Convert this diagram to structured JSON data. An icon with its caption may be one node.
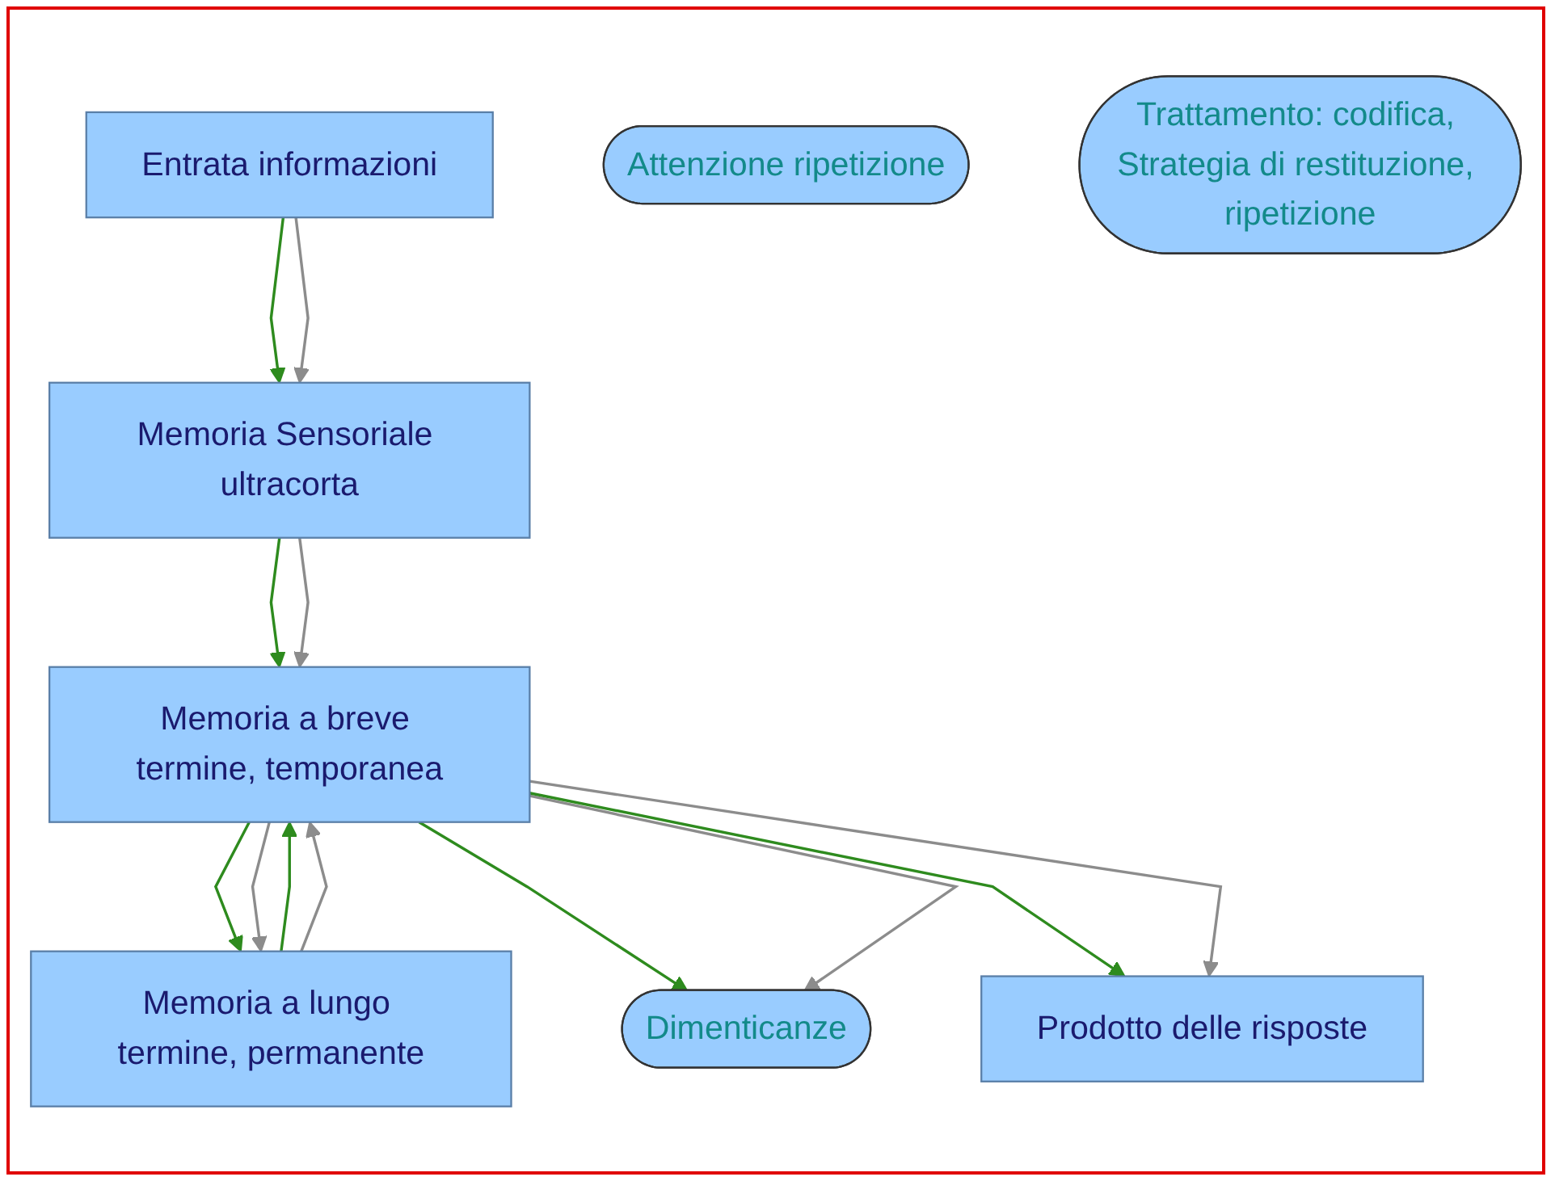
{
  "diagram": {
    "nodes": [
      {
        "text": [
          "Entrata informazioni"
        ]
      },
      {
        "text": [
          "Attenzione ripetizione"
        ]
      },
      {
        "text": [
          "Trattamento: codifica, Strategia di restituzione, ripetizione"
        ]
      },
      {
        "text": [
          "Memoria Sensoriale ultracorta"
        ]
      },
      {
        "text": [
          "Memoria a breve termine, temporanea"
        ]
      },
      {
        "text": [
          "Memoria a lungo termine, permanente"
        ]
      },
      {
        "text": [
          "Dimenticanze"
        ]
      },
      {
        "text": [
          "Prodotto delle risposte"
        ]
      }
    ],
    "edges": [
      {
        "from": 0,
        "to": 3,
        "arrow": "to",
        "color": "#2e8b1e"
      },
      {
        "from": 0,
        "to": 3,
        "arrow": "to",
        "color": "#8c8c8c"
      },
      {
        "from": 3,
        "to": 4,
        "arrow": "to",
        "color": "#2e8b1e"
      },
      {
        "from": 3,
        "to": 4,
        "arrow": "to",
        "color": "#8c8c8c"
      },
      {
        "from": 4,
        "to": 5,
        "arrow": "to",
        "color": "#2e8b1e"
      },
      {
        "from": 4,
        "to": 5,
        "arrow": "to",
        "color": "#8c8c8c"
      },
      {
        "from": 5,
        "to": 4,
        "arrow": "to",
        "color": "#2e8b1e"
      },
      {
        "from": 5,
        "to": 4,
        "arrow": "to",
        "color": "#8c8c8c"
      },
      {
        "from": 4,
        "to": 6,
        "arrow": "to",
        "color": "#2e8b1e"
      },
      {
        "from": 4,
        "to": 6,
        "arrow": "to",
        "color": "#8c8c8c"
      },
      {
        "from": 4,
        "to": 7,
        "arrow": "to",
        "color": "#2e8b1e"
      },
      {
        "from": 4,
        "to": 7,
        "arrow": "to",
        "color": "#8c8c8c"
      }
    ]
  }
}
